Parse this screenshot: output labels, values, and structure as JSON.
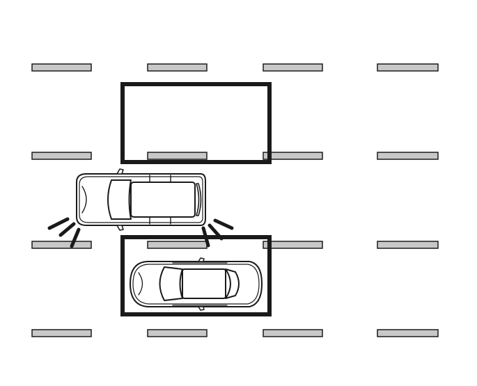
{
  "diagram": {
    "colors": {
      "background": "#ffffff",
      "lane_marking_fill": "#c8c8c8",
      "stroke": "#1a1a1a",
      "car_fill": "#ffffff"
    },
    "lane_marking_rows": 4,
    "lane_marking_columns": 4,
    "parking_spaces": [
      {
        "status": "empty"
      },
      {
        "status": "occupied"
      }
    ],
    "vehicles": [
      {
        "type": "suv",
        "state": "backing-out",
        "indicators": "sensor-detection-lines"
      },
      {
        "type": "sedan",
        "state": "parked"
      }
    ]
  }
}
